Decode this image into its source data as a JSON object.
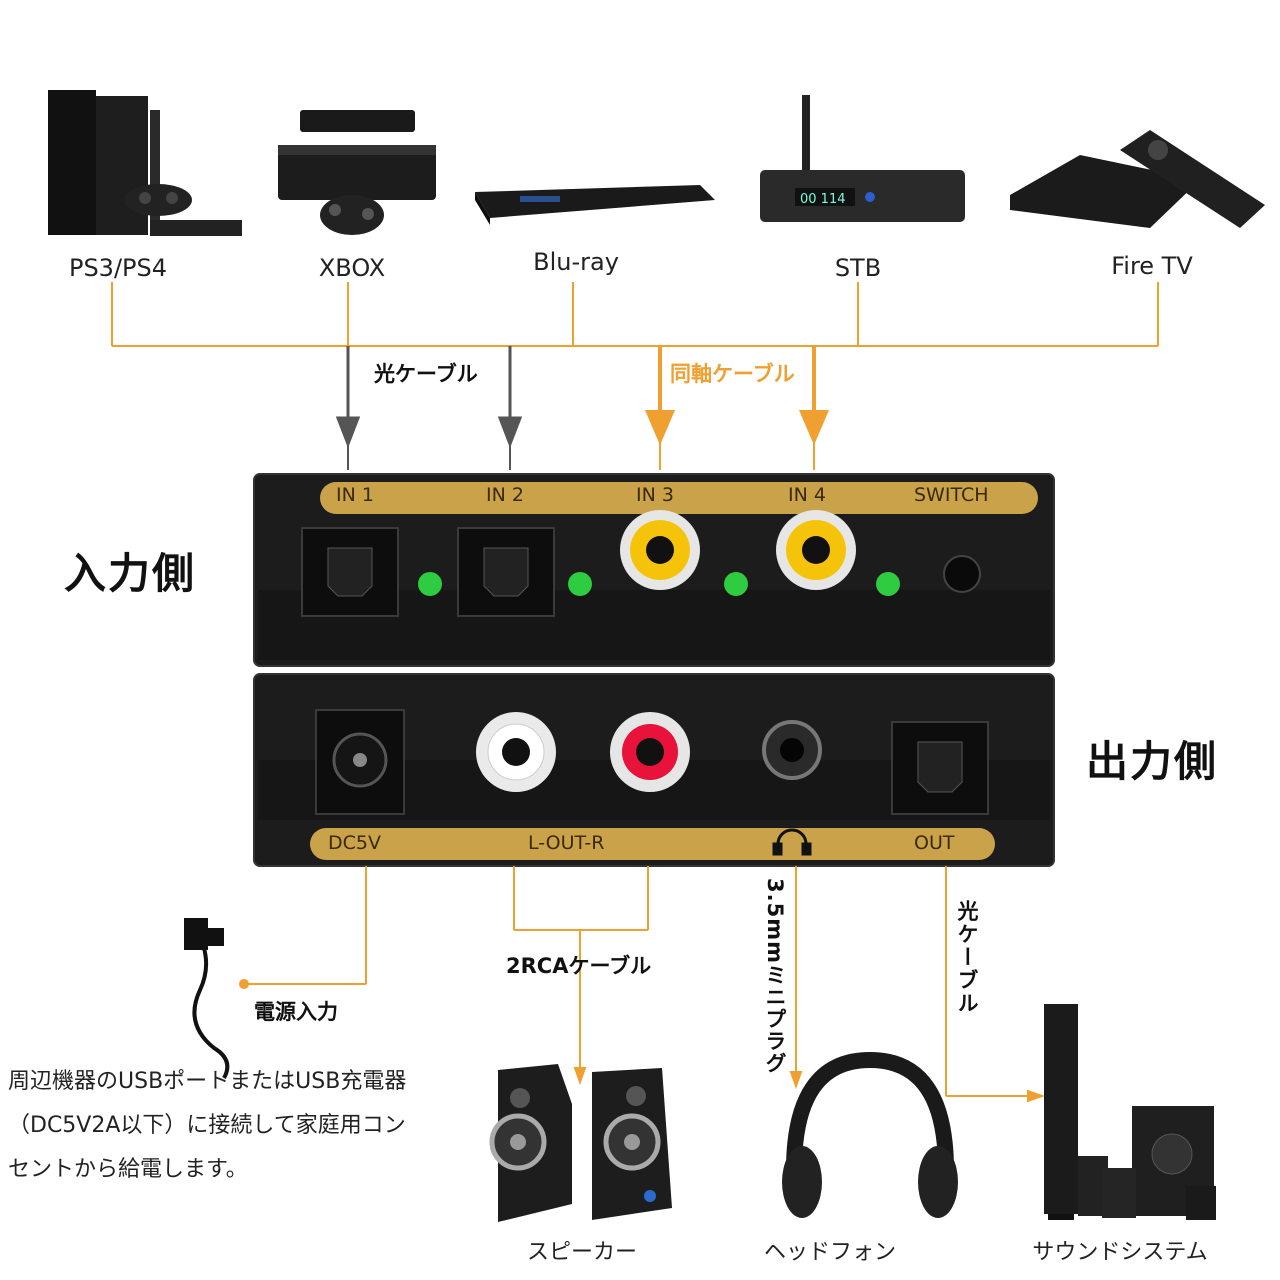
{
  "sources": {
    "ps": "PS3/PS4",
    "xbox": "XBOX",
    "bluray": "Blu-ray",
    "stb": "STB",
    "firetv": "Fire TV"
  },
  "cables": {
    "optical_in": "光ケーブル",
    "coaxial_in": "同軸ケーブル",
    "rca": "2RCAケーブル",
    "mini_plug": "3.5mmミニプラグ",
    "optical_out": "光ケーブル",
    "power": "電源入力"
  },
  "sides": {
    "input": "入力側",
    "output": "出力側"
  },
  "input_panel": {
    "in1": "IN 1",
    "in2": "IN 2",
    "in3": "IN 3",
    "in4": "IN 4",
    "switch": "SWITCH"
  },
  "output_panel": {
    "dc": "DC5V",
    "lr": "L-OUT-R",
    "out": "OUT"
  },
  "note": {
    "line1": "周辺機器のUSBポートまたはUSB充電器",
    "line2": "（DC5V2A以下）に接続して家庭用コン",
    "line3": "セントから給電します。"
  },
  "outputs": {
    "speaker": "スピーカー",
    "headphone": "ヘッドフォン",
    "sound": "サウンドシステム"
  },
  "colors": {
    "accent": "#f0a030",
    "gold_bar": "#c9a24a",
    "device": "#1c1c1c",
    "led": "#2ecc40"
  }
}
